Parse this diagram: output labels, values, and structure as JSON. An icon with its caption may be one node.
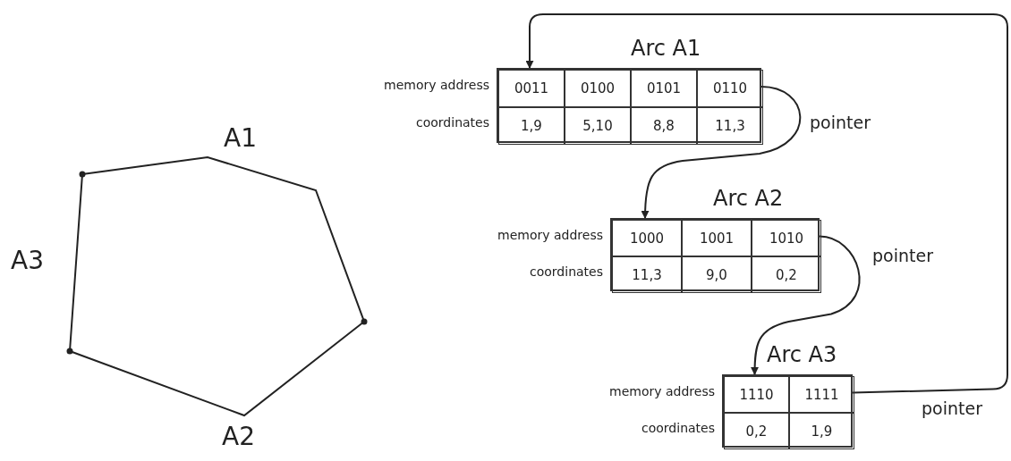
{
  "diagram": {
    "nodes": [
      {
        "text": [
          "Arc A1",
          "0011",
          "0100",
          "0101",
          "0110",
          "1,9",
          "5,10",
          "8,8",
          "11,3"
        ],
        "beside": [
          "memory address",
          "coordinates"
        ]
      },
      {
        "text": [
          "Arc A2",
          "1000",
          "1001",
          "1010",
          "11,3",
          "9,0",
          "0,2"
        ],
        "beside": [
          "memory address",
          "coordinates"
        ]
      },
      {
        "text": [
          "Arc A3",
          "1110",
          "1111",
          "0,2",
          "1,9"
        ],
        "beside": [
          "memory address",
          "coordinates"
        ]
      }
    ],
    "edges": [
      {
        "from": 0,
        "to": 1,
        "arrow": "to",
        "label": "pointer"
      },
      {
        "from": 1,
        "to": 2,
        "arrow": "to",
        "label": "pointer"
      },
      {
        "from": 2,
        "to": 0,
        "arrow": "to",
        "label": "pointer"
      }
    ],
    "labels": [
      "A1",
      "A3",
      "A2"
    ]
  }
}
